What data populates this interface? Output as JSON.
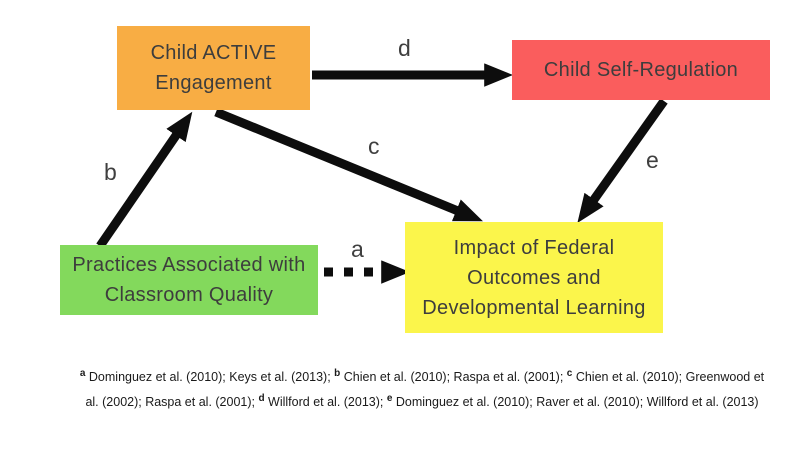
{
  "diagram": {
    "nodes": [
      {
        "id": "child-active-engagement",
        "label": "Child ACTIVE Engagement",
        "color": "#f8ad44"
      },
      {
        "id": "child-self-regulation",
        "label": "Child Self-Regulation",
        "color": "#fa5d5d"
      },
      {
        "id": "practices-classroom-quality",
        "label": "Practices Associated with Classroom Quality",
        "color": "#83d95c"
      },
      {
        "id": "impact-federal-outcomes",
        "label": "Impact of Federal Outcomes and Developmental Learning",
        "color": "#fbf54b"
      }
    ],
    "edges": [
      {
        "label": "a",
        "from": "practices-classroom-quality",
        "to": "impact-federal-outcomes",
        "style": "dashed"
      },
      {
        "label": "b",
        "from": "practices-classroom-quality",
        "to": "child-active-engagement",
        "style": "solid"
      },
      {
        "label": "c",
        "from": "child-active-engagement",
        "to": "impact-federal-outcomes",
        "style": "solid"
      },
      {
        "label": "d",
        "from": "child-active-engagement",
        "to": "child-self-regulation",
        "style": "solid"
      },
      {
        "label": "e",
        "from": "child-self-regulation",
        "to": "impact-federal-outcomes",
        "style": "solid"
      }
    ],
    "arrow_color": "#0d0d0d"
  },
  "footnote": {
    "parts": [
      {
        "sup": "a",
        "text": " Dominguez et al. (2010); Keys et al. (2013); "
      },
      {
        "sup": "b",
        "text": " Chien et al. (2010); Raspa et al. (2001); "
      },
      {
        "sup": "c",
        "text": " Chien et al. (2010); Greenwood et al. (2002); Raspa et al. (2001); "
      },
      {
        "sup": "d",
        "text": " Willford et al. (2013); "
      },
      {
        "sup": "e",
        "text": " Dominguez et al. (2010); Raver et al. (2010); Willford et al. (2013)"
      }
    ]
  }
}
